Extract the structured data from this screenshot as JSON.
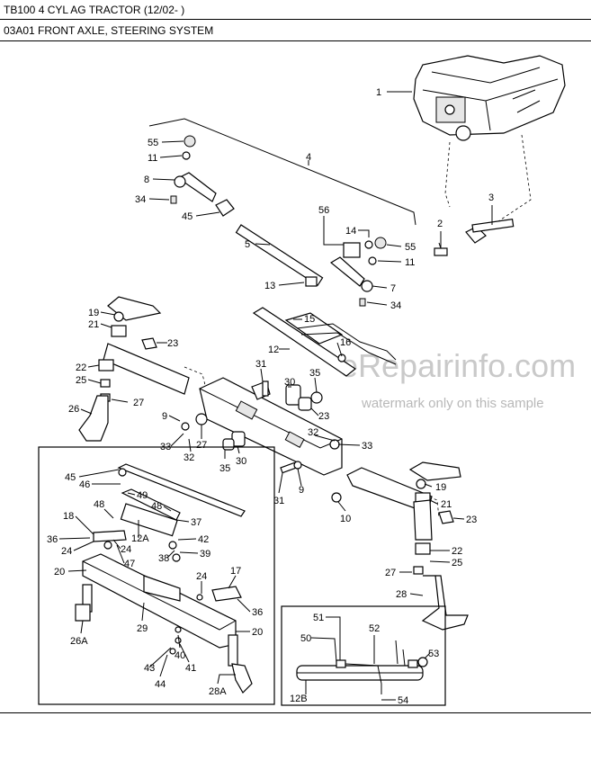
{
  "header": {
    "title": "TB100 4 CYL AG TRACTOR (12/02- )",
    "section": "03A01 FRONT AXLE, STEERING SYSTEM"
  },
  "watermark": {
    "site": "eRepairinfo.com",
    "note": "watermark only on this sample"
  },
  "callouts": {
    "c1": "1",
    "c2": "2",
    "c3": "3",
    "c4": "4",
    "c5": "5",
    "c55a": "55",
    "c11a": "11",
    "c8": "8",
    "c34a": "34",
    "c45a": "45",
    "c56": "56",
    "c14": "14",
    "c55b": "55",
    "c11b": "11",
    "c13": "13",
    "c7": "7",
    "c34b": "34",
    "c19a": "19",
    "c21a": "21",
    "c23a": "23",
    "c15": "15",
    "c12": "12",
    "c16": "16",
    "c22a": "22",
    "c25a": "25",
    "c27a": "27",
    "c26": "26",
    "c31a": "31",
    "c30a": "30",
    "c35a": "35",
    "c23b": "23",
    "c9a": "9",
    "c33a": "33",
    "c32a": "32",
    "c27b": "27",
    "c35b": "35",
    "c30b": "30",
    "c32b": "32",
    "c33b": "33",
    "c31b": "31",
    "c9b": "9",
    "c10": "10",
    "c19b": "19",
    "c21b": "21",
    "c23c": "23",
    "c22b": "22",
    "c25b": "25",
    "c27c": "27",
    "c28": "28",
    "c45b": "45",
    "c46": "46",
    "c49": "49",
    "c48a": "48",
    "c18": "18",
    "c36a": "36",
    "c24a": "24",
    "c24b": "24",
    "c12A": "12A",
    "c47": "47",
    "c48b": "48",
    "c37": "37",
    "c42": "42",
    "c39": "39",
    "c38": "38",
    "c20a": "20",
    "c24c": "24",
    "c17": "17",
    "c36b": "36",
    "c29": "29",
    "c20b": "20",
    "c26A": "26A",
    "c40": "40",
    "c43": "43",
    "c41": "41",
    "c44": "44",
    "c28A": "28A",
    "c51": "51",
    "c50": "50",
    "c52": "52",
    "c53": "53",
    "c12B": "12B",
    "c54": "54"
  }
}
